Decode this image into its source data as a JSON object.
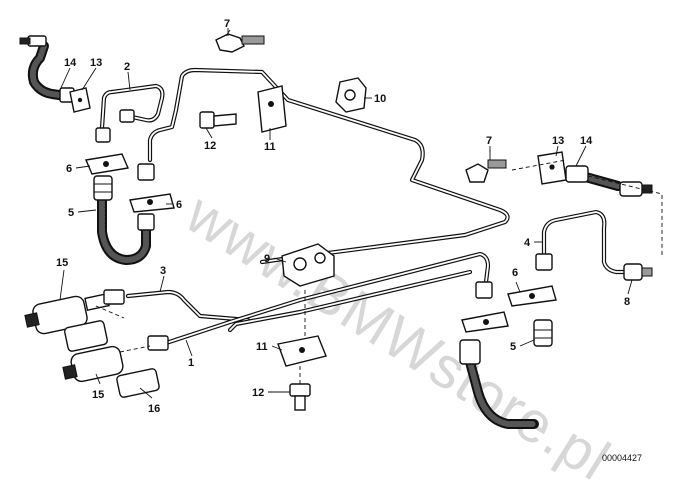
{
  "diagram": {
    "watermark": "www.BMWstore.pl",
    "reference_number": "00004427",
    "callouts": [
      {
        "id": "c-7-top",
        "label": "7"
      },
      {
        "id": "c-14-tl",
        "label": "14"
      },
      {
        "id": "c-13-tl",
        "label": "13"
      },
      {
        "id": "c-2",
        "label": "2"
      },
      {
        "id": "c-10",
        "label": "10"
      },
      {
        "id": "c-12-top",
        "label": "12"
      },
      {
        "id": "c-11-top",
        "label": "11"
      },
      {
        "id": "c-6-left",
        "label": "6"
      },
      {
        "id": "c-6-mid",
        "label": "6"
      },
      {
        "id": "c-5-left",
        "label": "5"
      },
      {
        "id": "c-7-right",
        "label": "7"
      },
      {
        "id": "c-13-right",
        "label": "13"
      },
      {
        "id": "c-14-right",
        "label": "14"
      },
      {
        "id": "c-4",
        "label": "4"
      },
      {
        "id": "c-6-right",
        "label": "6"
      },
      {
        "id": "c-8",
        "label": "8"
      },
      {
        "id": "c-9",
        "label": "9"
      },
      {
        "id": "c-15-top",
        "label": "15"
      },
      {
        "id": "c-3",
        "label": "3"
      },
      {
        "id": "c-1",
        "label": "1"
      },
      {
        "id": "c-11-bottom",
        "label": "11"
      },
      {
        "id": "c-5-right",
        "label": "5"
      },
      {
        "id": "c-15-bottom",
        "label": "15"
      },
      {
        "id": "c-16",
        "label": "16"
      },
      {
        "id": "c-12-bottom",
        "label": "12"
      }
    ]
  }
}
